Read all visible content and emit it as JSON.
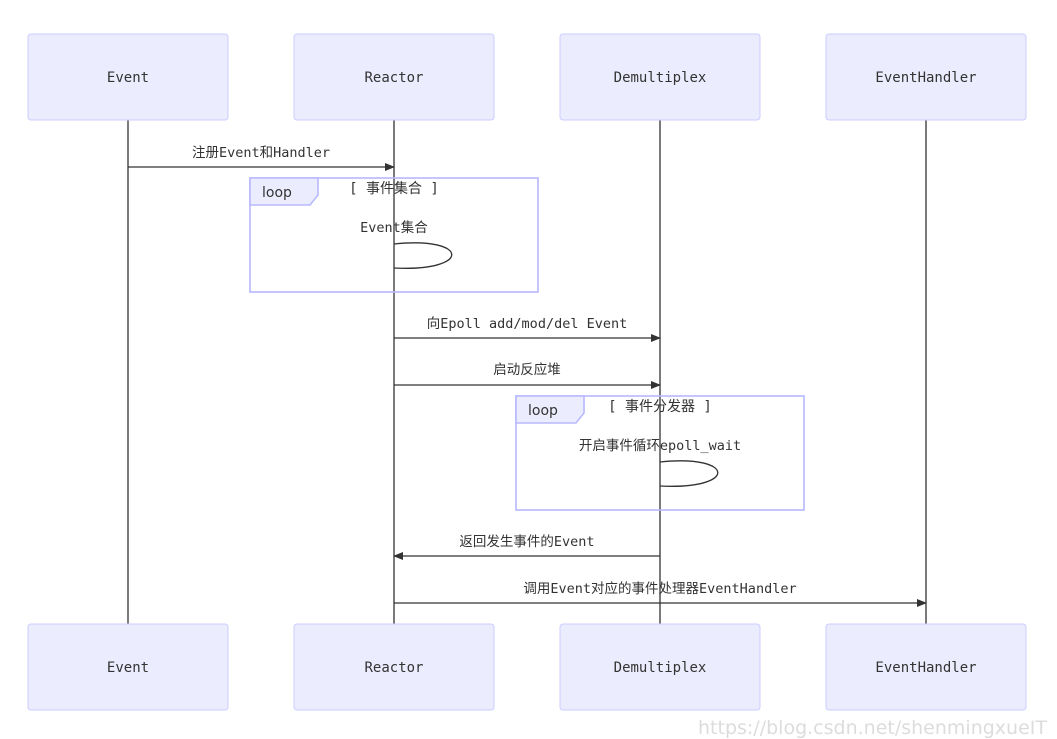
{
  "participants": [
    "Event",
    "Reactor",
    "Demultiplex",
    "EventHandler"
  ],
  "messages": [
    {
      "from": "Event",
      "to": "Reactor",
      "text": "注册Event和Handler"
    },
    {
      "from": "Reactor",
      "to": "Reactor",
      "text": "Event集合"
    },
    {
      "from": "Reactor",
      "to": "Demultiplex",
      "text": "向Epoll add/mod/del Event"
    },
    {
      "from": "Reactor",
      "to": "Demultiplex",
      "text": "启动反应堆"
    },
    {
      "from": "Demultiplex",
      "to": "Demultiplex",
      "text": "开启事件循环epoll_wait"
    },
    {
      "from": "Demultiplex",
      "to": "Reactor",
      "text": "返回发生事件的Event"
    },
    {
      "from": "Reactor",
      "to": "EventHandler",
      "text": "调用Event对应的事件处理器EventHandler"
    }
  ],
  "loops": [
    {
      "tag": "loop",
      "title": "[ 事件集合 ]"
    },
    {
      "tag": "loop",
      "title": "[ 事件分发器 ]"
    }
  ],
  "watermark": "https://blog.csdn.net/shenmingxueIT"
}
